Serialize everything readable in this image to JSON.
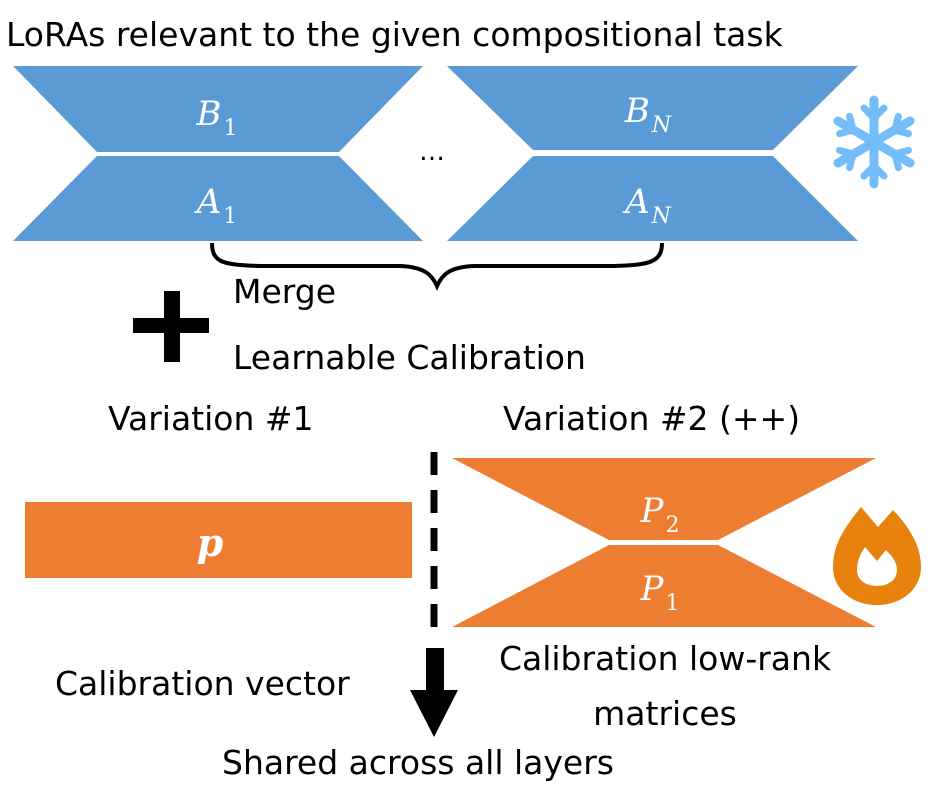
{
  "title": "LoRAs relevant to the given compositional task",
  "colors": {
    "lora_blue": "#5b9bd5",
    "calib_orange": "#ed7d31",
    "snowflake": "#74bdf8",
    "flame": "#e8820f"
  },
  "lora_blocks": [
    {
      "upper": {
        "base": "B",
        "sub": "1"
      },
      "lower": {
        "base": "A",
        "sub": "1"
      }
    },
    {
      "upper": {
        "base": "B",
        "sub": "N"
      },
      "lower": {
        "base": "A",
        "sub": "N"
      }
    }
  ],
  "ellipsis": "…",
  "frozen_icon": "snowflake-icon",
  "merge_label": "Merge",
  "plus_icon": "plus-icon",
  "calibration_label": "Learnable Calibration",
  "variations": [
    {
      "title": "Variation #1",
      "block": {
        "base": "p"
      },
      "caption": "Calibration vector"
    },
    {
      "title": "Variation #2 (++)",
      "upper": {
        "base": "P",
        "sub": "2"
      },
      "lower": {
        "base": "P",
        "sub": "1"
      },
      "caption_line1": "Calibration low-rank",
      "caption_line2": "matrices"
    }
  ],
  "trainable_icon": "flame-icon",
  "shared_label": "Shared across all layers"
}
